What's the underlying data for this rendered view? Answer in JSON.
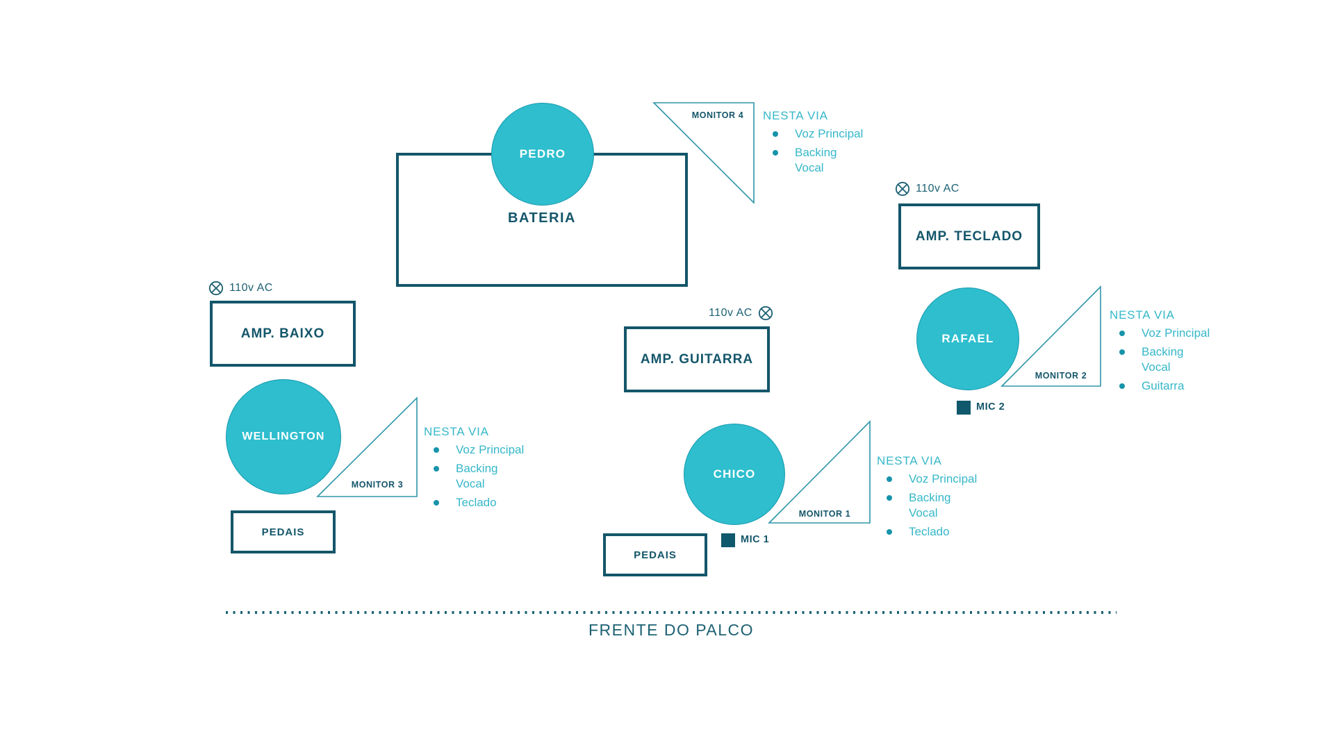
{
  "colors": {
    "member_fill": "#2EBECE",
    "outline_dark": "#14566A",
    "mix_text": "#35B7C8",
    "bullet": "#1793AB",
    "triangle_stroke": "#2E95A9"
  },
  "members": {
    "pedro": {
      "name": "PEDRO"
    },
    "wellington": {
      "name": "WELLINGTON"
    },
    "rafael": {
      "name": "RAFAEL"
    },
    "chico": {
      "name": "CHICO"
    }
  },
  "equipment": {
    "drums": {
      "label": "BATERIA"
    },
    "amp_bass": {
      "label": "AMP. BAIXO",
      "power": "110v AC"
    },
    "amp_guitar": {
      "label": "AMP. GUITARRA",
      "power": "110v AC"
    },
    "amp_keyboard": {
      "label": "AMP. TECLADO",
      "power": "110v AC"
    },
    "pedals_wellington": {
      "label": "PEDAIS"
    },
    "pedals_chico": {
      "label": "PEDAIS"
    },
    "mic1": {
      "label": "MIC 1"
    },
    "mic2": {
      "label": "MIC 2"
    }
  },
  "monitors": {
    "monitor1": {
      "label": "MONITOR 1",
      "mix_title": "NESTA VIA",
      "mix": [
        "Voz Principal",
        "Backing Vocal",
        "Teclado"
      ]
    },
    "monitor2": {
      "label": "MONITOR 2",
      "mix_title": "NESTA VIA",
      "mix": [
        "Voz Principal",
        "Backing Vocal",
        "Guitarra"
      ]
    },
    "monitor3": {
      "label": "MONITOR 3",
      "mix_title": "NESTA VIA",
      "mix": [
        "Voz Principal",
        "Backing Vocal",
        "Teclado"
      ]
    },
    "monitor4": {
      "label": "MONITOR 4",
      "mix_title": "NESTA VIA",
      "mix": [
        "Voz Principal",
        "Backing Vocal"
      ]
    }
  },
  "stage": {
    "front_label": "FRENTE DO PALCO"
  }
}
